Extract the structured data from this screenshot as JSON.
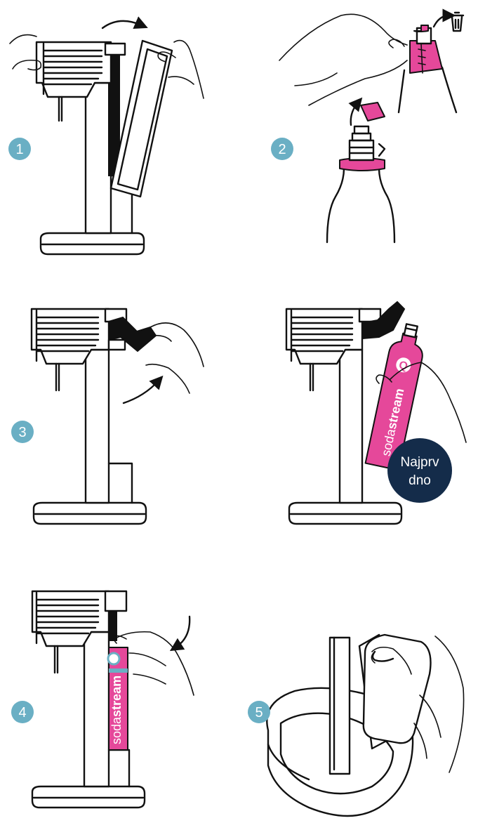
{
  "steps": [
    {
      "number": "1",
      "description": "Remove the back cover of the machine"
    },
    {
      "number": "2",
      "description": "Remove the pink seal and cap from the cylinder"
    },
    {
      "number": "3",
      "description": "Lift the lever and insert the cylinder"
    },
    {
      "number": "4",
      "description": "Press the lever down to lock the cylinder"
    },
    {
      "number": "5",
      "description": "Replace the back cover"
    }
  ],
  "callout": {
    "line1": "Najprv",
    "line2": "dno"
  },
  "cylinder_label": {
    "brand_light": "soda",
    "brand_bold": "stream",
    "logo_letter": "Q"
  },
  "colors": {
    "step_badge": "#6aafc4",
    "accent_pink": "#e5489a",
    "callout_bg": "#142c4a",
    "line": "#111111"
  },
  "icons": [
    "trash-icon",
    "arrow-icon",
    "hand-icon"
  ]
}
